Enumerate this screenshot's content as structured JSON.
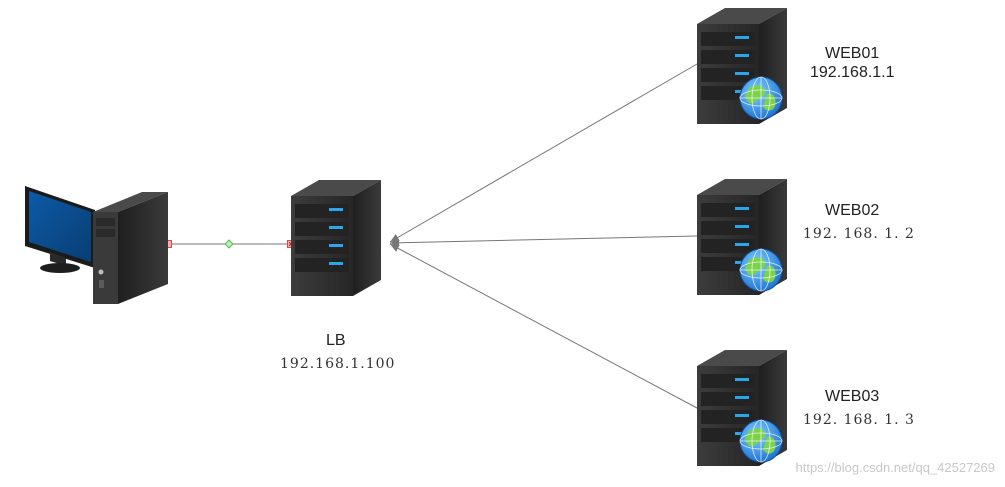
{
  "diagram": {
    "nodes": {
      "client": {
        "icon": "desktop-computer-icon"
      },
      "lb": {
        "name": "LB",
        "ip": "192.168.1.100",
        "icon": "server-icon"
      },
      "web01": {
        "name": "WEB01",
        "ip": "192.168.1.1",
        "icon": "web-server-globe-icon"
      },
      "web02": {
        "name": "WEB02",
        "ip": "192. 168. 1. 2",
        "icon": "web-server-globe-icon"
      },
      "web03": {
        "name": "WEB03",
        "ip": "192. 168. 1. 3",
        "icon": "web-server-globe-icon"
      }
    },
    "edges": [
      {
        "from": "client",
        "to": "lb"
      },
      {
        "from": "web01",
        "to": "lb"
      },
      {
        "from": "web02",
        "to": "lb"
      },
      {
        "from": "web03",
        "to": "lb"
      }
    ],
    "colors": {
      "edge": "#777777",
      "port": "#e2474b",
      "midpoint": "#5cb85c",
      "server_body": "#2f2f2f",
      "server_led": "#2aa7e8",
      "monitor_screen": "#0a4f92"
    }
  },
  "watermark": "https://blog.csdn.net/qq_42527269"
}
